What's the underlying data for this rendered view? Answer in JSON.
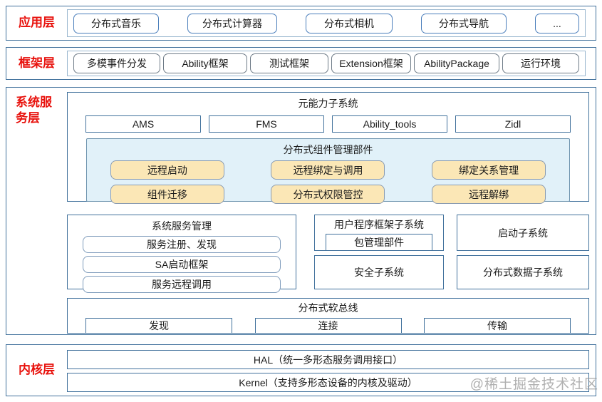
{
  "layers": {
    "app": {
      "label": "应用层",
      "items": [
        "分布式音乐",
        "分布式计算器",
        "分布式相机",
        "分布式导航",
        "..."
      ]
    },
    "framework": {
      "label": "框架层",
      "items": [
        "多模事件分发",
        "Ability框架",
        "测试框架",
        "Extension框架",
        "AbilityPackage",
        "运行环境"
      ]
    },
    "system": {
      "label": "系统服务层",
      "meta_ability": {
        "title": "元能力子系统",
        "items": [
          "AMS",
          "FMS",
          "Ability_tools",
          "Zidl"
        ],
        "dist_component": {
          "title": "分布式组件管理部件",
          "row1": [
            "远程启动",
            "远程绑定与调用",
            "绑定关系管理"
          ],
          "row2": [
            "组件迁移",
            "分布式权限管控",
            "远程解绑"
          ]
        }
      },
      "service_mgmt": {
        "title": "系统服务管理",
        "items": [
          "服务注册、发现",
          "SA启动框架",
          "服务远程调用"
        ]
      },
      "user_framework": {
        "title": "用户程序框架子系统",
        "item": "包管理部件"
      },
      "startup": "启动子系统",
      "security": "安全子系统",
      "dist_data": "分布式数据子系统",
      "softbus": {
        "title": "分布式软总线",
        "items": [
          "发现",
          "连接",
          "传输"
        ]
      }
    },
    "kernel": {
      "label": "内核层",
      "items": [
        "HAL（统一多形态服务调用接口）",
        "Kernel（支持多形态设备的内核及驱动）"
      ]
    }
  },
  "watermark": "@稀土掘金技术社区",
  "colors": {
    "layer_border": "#41719c",
    "label_red": "#e8110c",
    "app_box_border": "#4a7ebb",
    "frame_box_border": "#6e7b87",
    "yellow_box_fill": "#fbe7b6",
    "yellow_box_border": "#8a9bb0",
    "panel_blue_fill": "#e1f1f9",
    "watermark_gray": "#919191"
  }
}
